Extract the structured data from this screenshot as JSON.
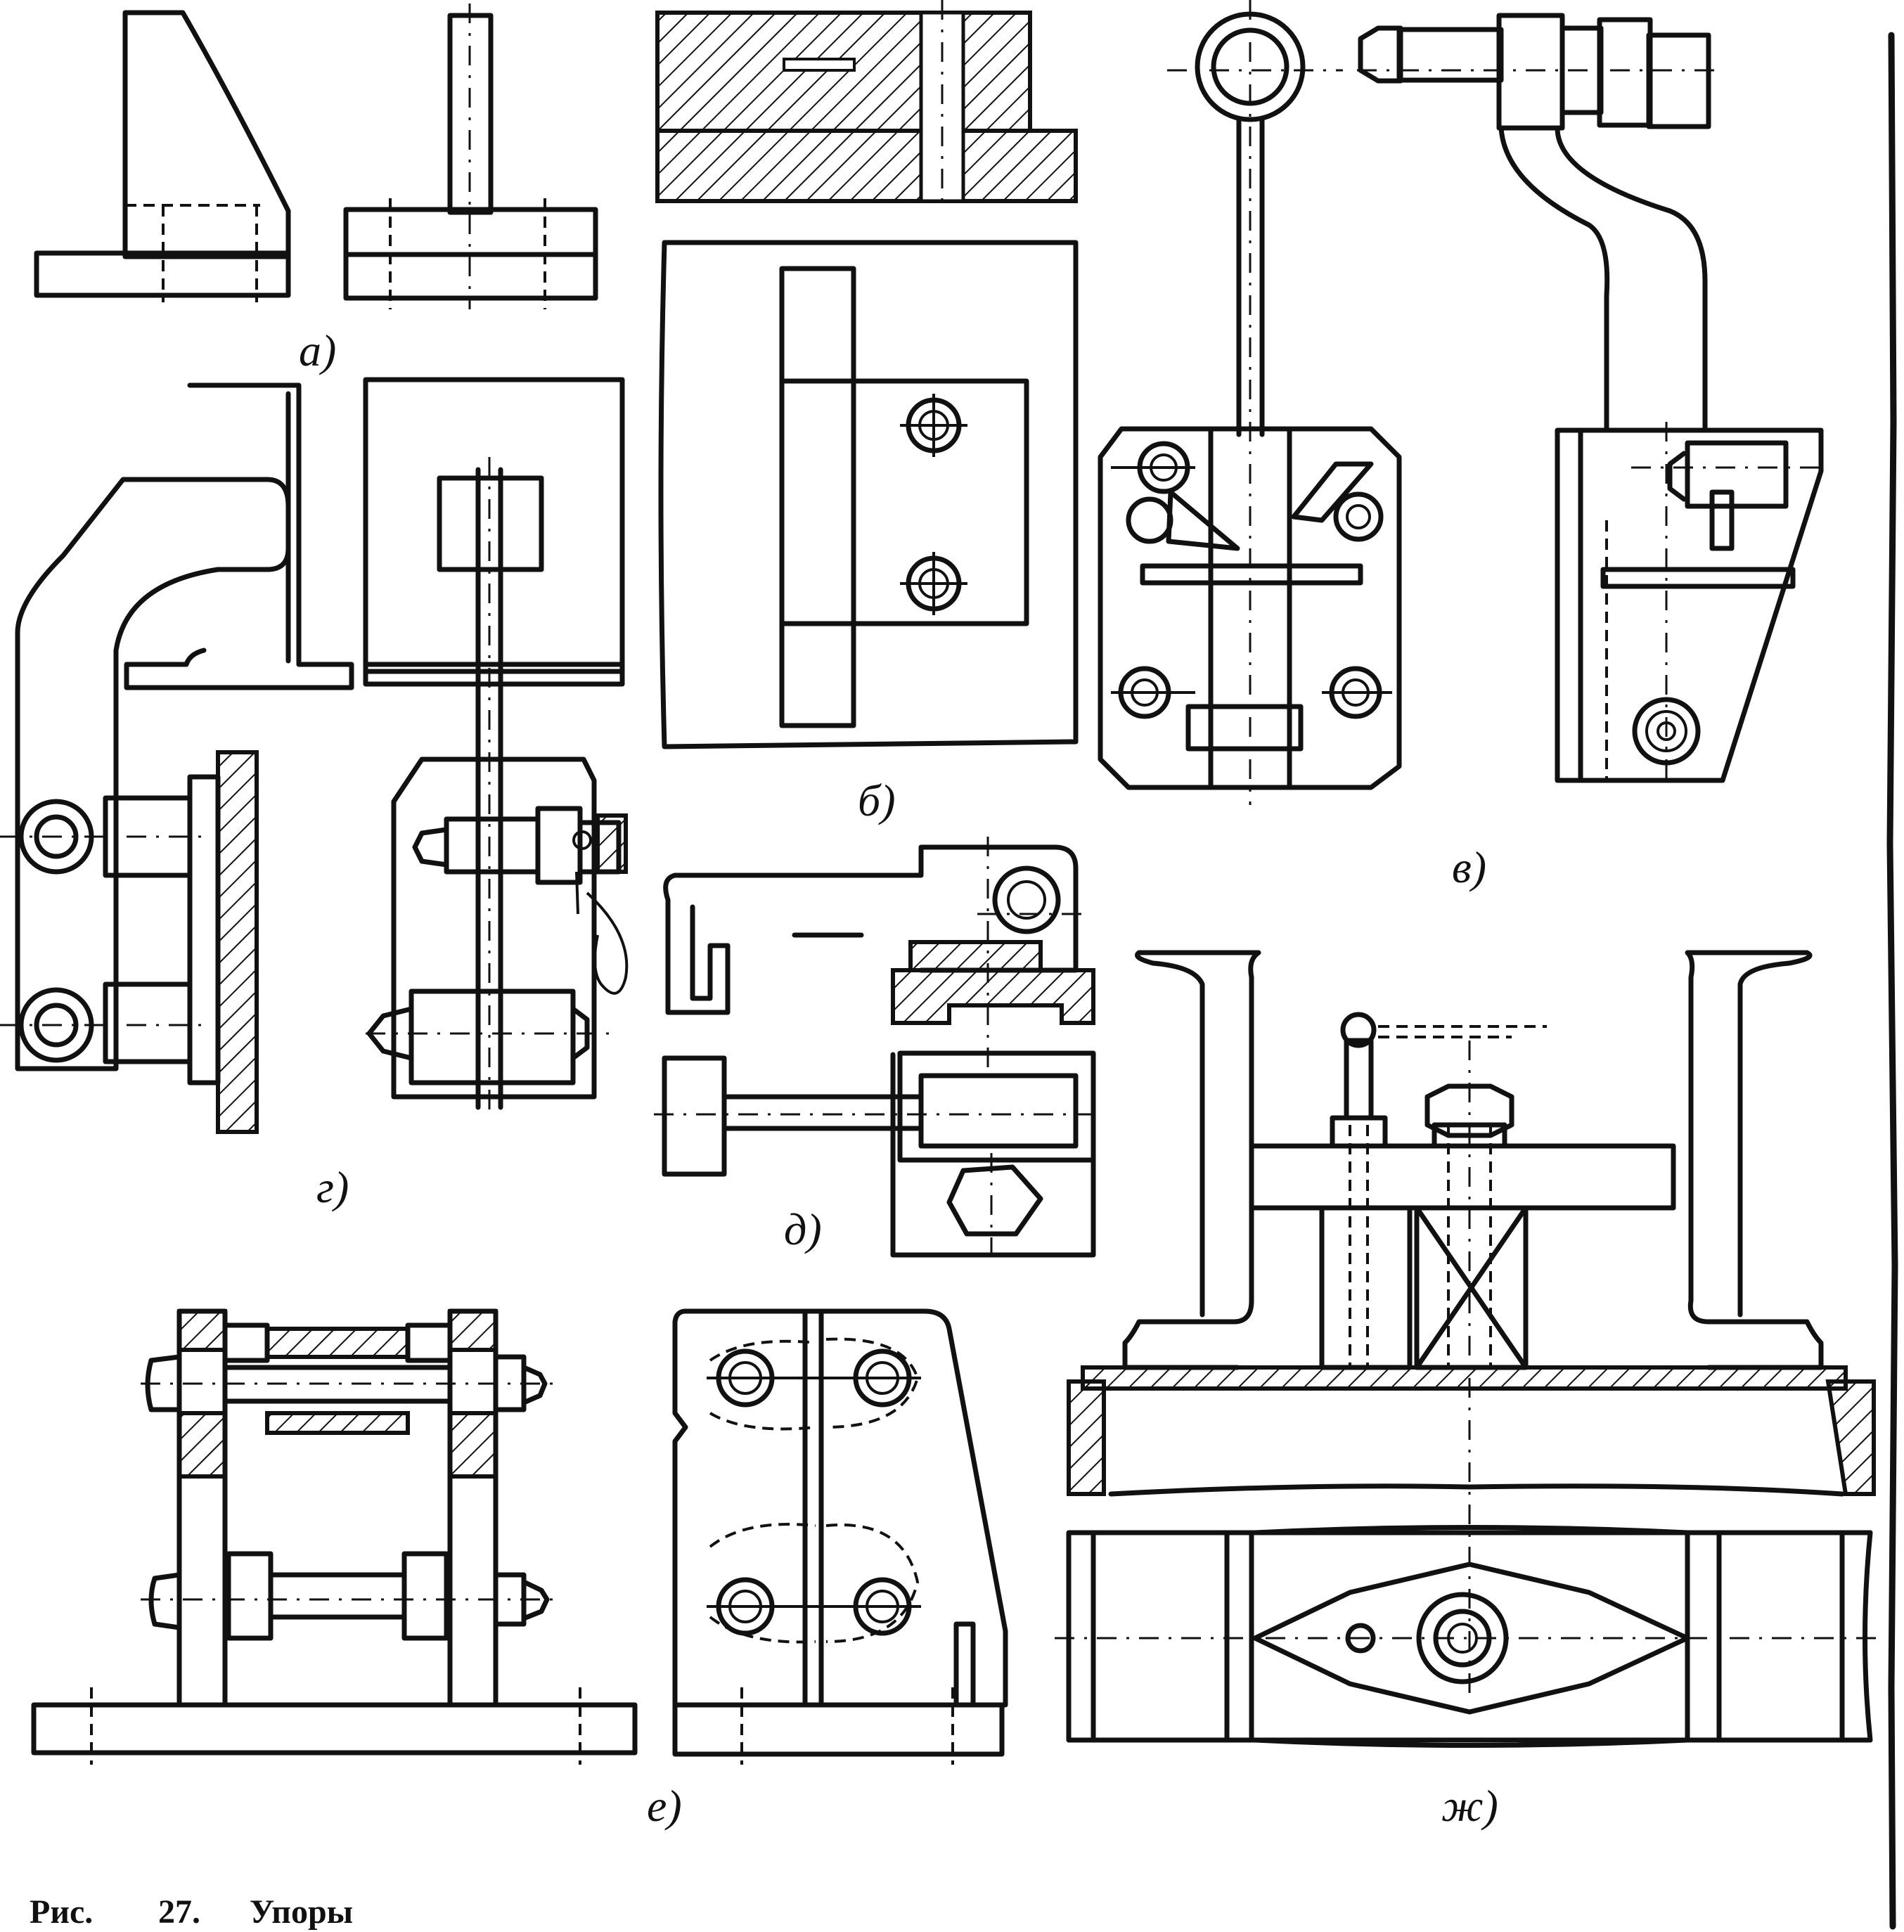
{
  "labels": {
    "a": "а)",
    "b": "б)",
    "v": "в)",
    "g": "г)",
    "d": "д)",
    "e": "е)",
    "zh": "ж)"
  },
  "caption": {
    "prefix": "Рис.",
    "number": "27.",
    "title": "Упоры"
  }
}
